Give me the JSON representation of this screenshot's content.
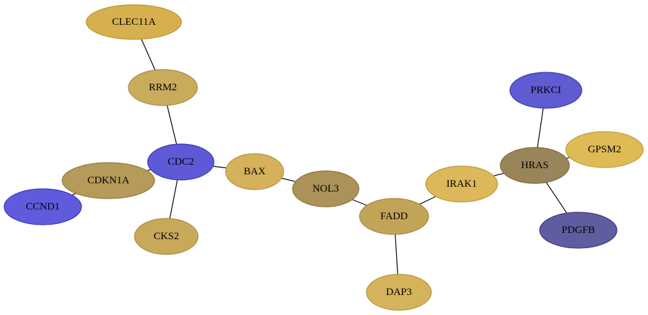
{
  "network": {
    "nodes": [
      {
        "id": "CLEC11A",
        "label": "CLEC11A",
        "color": "#d6b04e",
        "border": "#b8962f"
      },
      {
        "id": "RRM2",
        "label": "RRM2",
        "color": "#c9ab5c",
        "border": "#a88d3e"
      },
      {
        "id": "CDC2",
        "label": "CDC2",
        "color": "#5e59d6",
        "border": "#3a35b0"
      },
      {
        "id": "CDKN1A",
        "label": "CDKN1A",
        "color": "#b59a59",
        "border": "#947a3c"
      },
      {
        "id": "CCND1",
        "label": "CCND1",
        "color": "#5f5bdc",
        "border": "#3b36b8"
      },
      {
        "id": "CKS2",
        "label": "CKS2",
        "color": "#c8a95a",
        "border": "#a98b3b"
      },
      {
        "id": "BAX",
        "label": "BAX",
        "color": "#d4b15a",
        "border": "#b3923a"
      },
      {
        "id": "NOL3",
        "label": "NOL3",
        "color": "#ab9258",
        "border": "#8c763b"
      },
      {
        "id": "FADD",
        "label": "FADD",
        "color": "#c2a459",
        "border": "#a2863b"
      },
      {
        "id": "DAP3",
        "label": "DAP3",
        "color": "#d5b35b",
        "border": "#b5943b"
      },
      {
        "id": "IRAK1",
        "label": "IRAK1",
        "color": "#dcb85a",
        "border": "#bb983a"
      },
      {
        "id": "HRAS",
        "label": "HRAS",
        "color": "#9a855a",
        "border": "#7b693e"
      },
      {
        "id": "PRKCI",
        "label": "PRKCI",
        "color": "#5f5bd2",
        "border": "#3b36ae"
      },
      {
        "id": "GPSM2",
        "label": "GPSM2",
        "color": "#dfbb56",
        "border": "#be9b36"
      },
      {
        "id": "PDGFB",
        "label": "PDGFB",
        "color": "#605ca0",
        "border": "#3f3b7e"
      }
    ],
    "edges": [
      {
        "source": "CLEC11A",
        "target": "RRM2"
      },
      {
        "source": "RRM2",
        "target": "CDC2"
      },
      {
        "source": "CDC2",
        "target": "CDKN1A"
      },
      {
        "source": "CDKN1A",
        "target": "CCND1"
      },
      {
        "source": "CDC2",
        "target": "CKS2"
      },
      {
        "source": "CDC2",
        "target": "BAX"
      },
      {
        "source": "BAX",
        "target": "NOL3"
      },
      {
        "source": "NOL3",
        "target": "FADD"
      },
      {
        "source": "FADD",
        "target": "DAP3"
      },
      {
        "source": "FADD",
        "target": "IRAK1"
      },
      {
        "source": "IRAK1",
        "target": "HRAS"
      },
      {
        "source": "HRAS",
        "target": "PRKCI"
      },
      {
        "source": "HRAS",
        "target": "GPSM2"
      },
      {
        "source": "HRAS",
        "target": "PDGFB"
      }
    ]
  }
}
